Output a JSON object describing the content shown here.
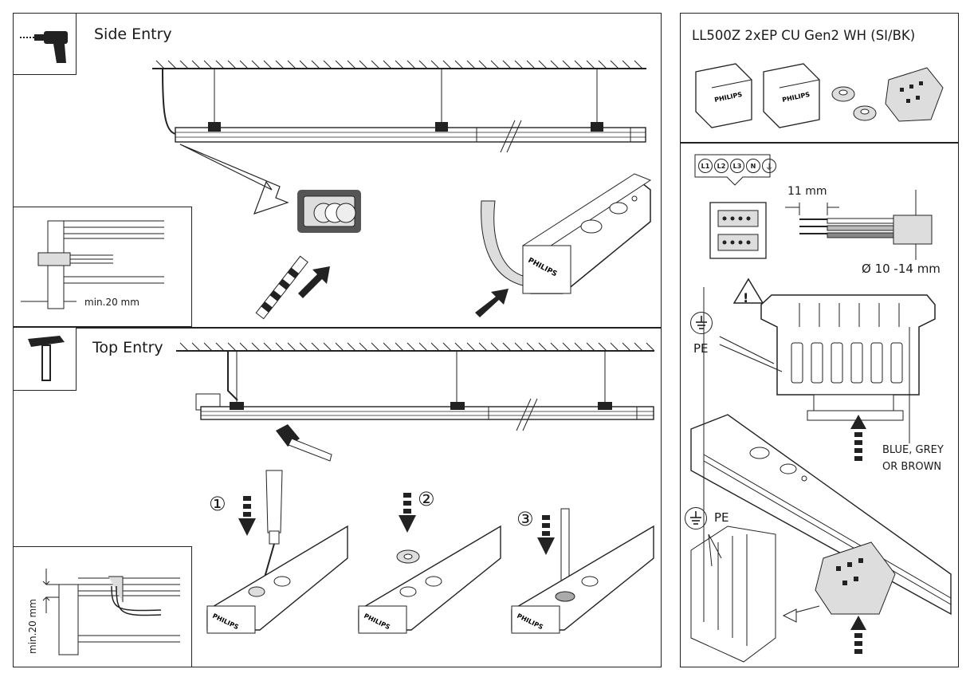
{
  "left": {
    "side_entry": {
      "title": "Side Entry",
      "dimension": "min.20 mm"
    },
    "top_entry": {
      "title": "Top Entry",
      "dimension": "min.20 mm",
      "steps": [
        "①",
        "②",
        "③"
      ]
    },
    "brand_text": "PHILIPS"
  },
  "right": {
    "product": {
      "title": "LL500Z 2xEP CU Gen2 WH (SI/BK)"
    },
    "wiring": {
      "terminals": [
        "L1",
        "L2",
        "L3",
        "N",
        "⏚"
      ],
      "strip_length": "11 mm",
      "cable_diameter": "Ø 10 -14 mm",
      "pe_label_1": "PE",
      "pe_label_2": "PE",
      "wire_colors_line1": "BLUE, GREY",
      "wire_colors_line2": "OR BROWN",
      "warning_symbol": "!"
    }
  }
}
